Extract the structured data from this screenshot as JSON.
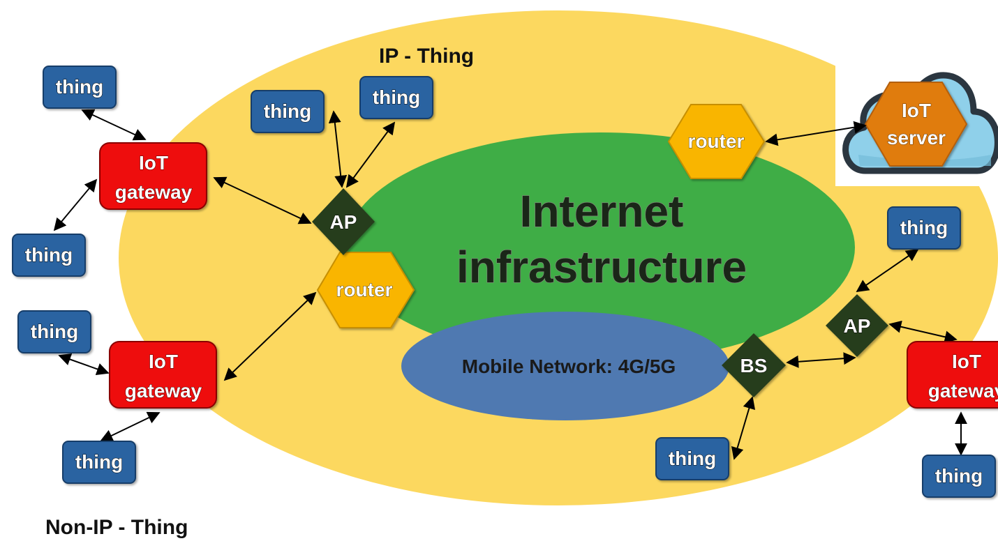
{
  "labels": {
    "ip_thing": "IP - Thing",
    "non_ip_thing": "Non-IP - Thing",
    "internet_line1": "Internet",
    "internet_line2": "infrastructure",
    "mobile_network": "Mobile Network: 4G/5G",
    "iot_server_line1": "IoT",
    "iot_server_line2": "server"
  },
  "nodes": {
    "thing": "thing",
    "gateway_line1": "IoT",
    "gateway_line2": "gateway",
    "router": "router",
    "ap": "AP",
    "bs": "BS"
  },
  "colors": {
    "ip_region": "#fcd85f",
    "internet": "#3fad46",
    "mobile": "#4f79b1",
    "thing_box": "#2a64a1",
    "gateway": "#ee0e0e",
    "router": "#f9b500",
    "ap": "#253e1f",
    "server": "#e07b0e",
    "cloud": "#8fd0ea"
  }
}
